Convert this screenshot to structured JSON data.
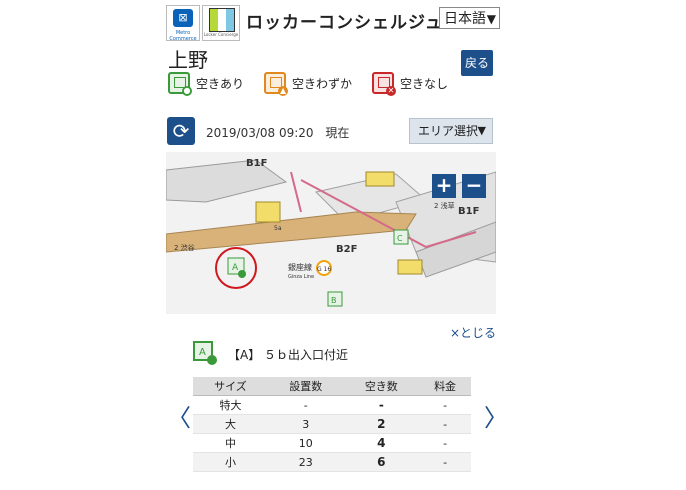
{
  "header": {
    "metro_logo_text": "Metro Commerce",
    "locker_logo_text": "Locker Concierge",
    "title": "ロッカーコンシェルジュ",
    "language": "日本語"
  },
  "station": {
    "name": "上野",
    "back_label": "戻る"
  },
  "legend": [
    {
      "label": "空きあり",
      "color": "#3a9a3a",
      "badge": "●"
    },
    {
      "label": "空きわずか",
      "color": "#e08a1e",
      "badge": "▲"
    },
    {
      "label": "空きなし",
      "color": "#c8282a",
      "badge": "✕"
    }
  ],
  "status": {
    "datetime": "2019/03/08 09:20",
    "suffix": "現在",
    "area_select_label": "エリア選択"
  },
  "map": {
    "floor_labels": [
      "B1F",
      "B1F",
      "B2F"
    ],
    "line_label": "銀座線",
    "line_label_en": "Ginza Line",
    "line_code": "G 16",
    "exit_labels": [
      "2 渋谷",
      "2 浅草",
      "5a"
    ],
    "lockers": [
      "A",
      "B",
      "C"
    ],
    "zoom_in": "+",
    "zoom_out": "−"
  },
  "detail": {
    "close_label": "×とじる",
    "locker_id": "A",
    "location": "【A】 ５ｂ出入口付近",
    "columns": [
      "サイズ",
      "設置数",
      "空き数",
      "料金"
    ],
    "rows": [
      {
        "size": "特大",
        "count": "-",
        "available": "-",
        "fee": "-"
      },
      {
        "size": "大",
        "count": "3",
        "available": "2",
        "fee": "-"
      },
      {
        "size": "中",
        "count": "10",
        "available": "4",
        "fee": "-"
      },
      {
        "size": "小",
        "count": "23",
        "available": "6",
        "fee": "-"
      }
    ],
    "prev": "〈",
    "next": "〉"
  }
}
